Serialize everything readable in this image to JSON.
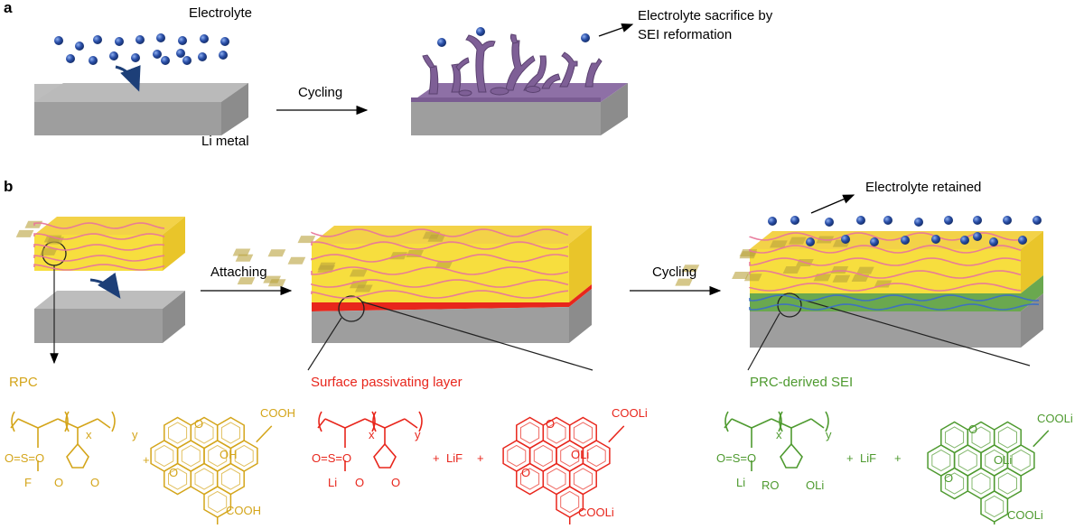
{
  "panel_a": {
    "letter": "a",
    "electrolyte_label": "Electrolyte",
    "li_metal_label": "Li metal",
    "arrow_label": "Cycling",
    "sacrifice_label_line1": "Electrolyte sacrifice by",
    "sacrifice_label_line2": "SEI reformation"
  },
  "panel_b": {
    "letter": "b",
    "attach_label": "Attaching",
    "cycling_label": "Cycling",
    "retained_label": "Electrolyte retained",
    "rpc_caption": "RPC",
    "passivating_caption": "Surface passivating layer",
    "sei_caption": "PRC-derived SEI"
  },
  "chemistry": {
    "rpc": {
      "x": "x",
      "y": "y",
      "so2": "O=S=O",
      "sub": "F",
      "cooh_top": "COOH",
      "cooh_bottom": "COOH",
      "oh": "OH",
      "plus": "+",
      "ring_o": "O"
    },
    "red": {
      "x": "x",
      "y": "y",
      "so2": "O=S=O",
      "sub": "Li",
      "lif": "LiF",
      "plus": "+",
      "cooli_top": "COOLi",
      "cooli_bottom": "COOLi",
      "oli": "OLi",
      "ring_o": "O"
    },
    "green": {
      "x": "x",
      "y": "y",
      "so2": "O=S=O",
      "sub": "Li",
      "ro": "RO",
      "oli_chain": "OLi",
      "lif": "LiF",
      "plus": "+",
      "cooli_top": "COOLi",
      "cooli_bottom": "COOLi",
      "oli": "OLi",
      "ring_o": "O"
    }
  },
  "colors": {
    "electrolyte_dot": "#2a4fa8",
    "metal_top": "#b5b5b5",
    "metal_front": "#9c9c9c",
    "sei_purple": "#8a6aa0",
    "polymer_yellow": "#f7dd3a",
    "fiber_pink": "#e8779a",
    "passivating_red": "#e8261c",
    "sei_green": "#6aa84f",
    "sei_blue": "#3d6fc4",
    "rpc_gold": "#d4a51a",
    "chem_green": "#4e9a2f"
  }
}
